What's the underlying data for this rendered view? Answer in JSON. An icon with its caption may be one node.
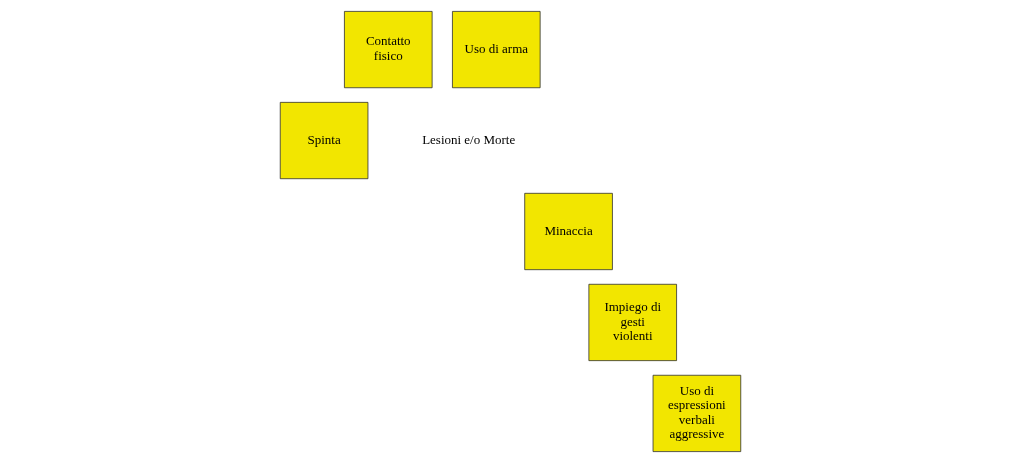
{
  "diagram": {
    "nodes": [
      {
        "text": [
          "Uso di espressioni verbali aggressive"
        ]
      },
      {
        "text": [
          "Impiego di gesti violenti"
        ]
      },
      {
        "text": [
          "Minaccia"
        ]
      },
      {
        "text": [
          "Spinta"
        ]
      },
      {
        "text": [
          "Contatto fisico"
        ]
      },
      {
        "text": [
          "Uso di arma"
        ]
      }
    ],
    "labels": [
      "Lesioni e/o Morte"
    ]
  }
}
